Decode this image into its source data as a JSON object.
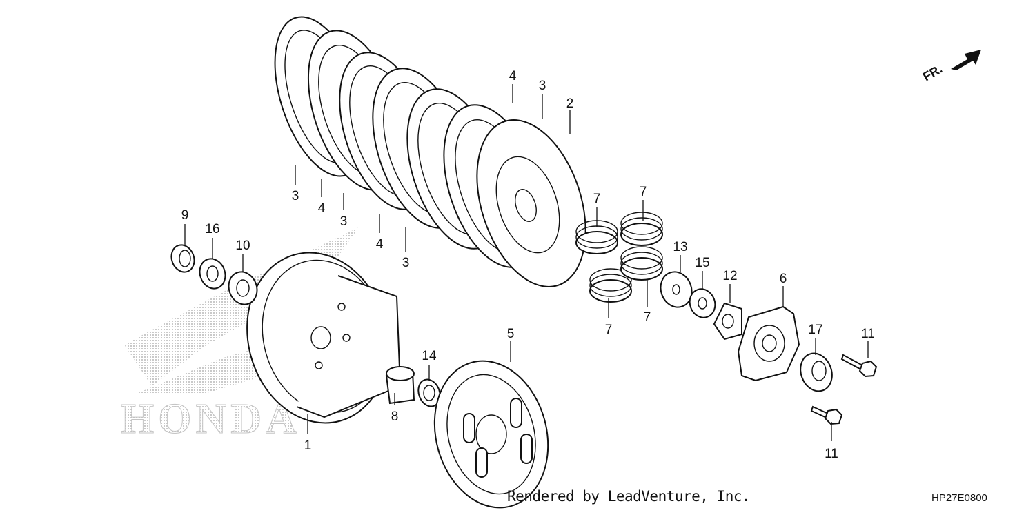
{
  "footer": {
    "credit": "Rendered by LeadVenture, Inc.",
    "diagram_code": "HP27E0800"
  },
  "orientation": {
    "front_label": "FR.",
    "icon": "front-arrow-icon"
  },
  "watermark": {
    "text": "HONDA"
  },
  "callouts": [
    "1",
    "2",
    "3",
    "3",
    "3",
    "3",
    "4",
    "4",
    "4",
    "5",
    "6",
    "7",
    "7",
    "7",
    "7",
    "8",
    "9",
    "10",
    "11",
    "11",
    "12",
    "13",
    "14",
    "15",
    "16",
    "17"
  ],
  "colors": {
    "line": "#111111",
    "watermark": "#b8b8b8",
    "background": "#ffffff"
  }
}
